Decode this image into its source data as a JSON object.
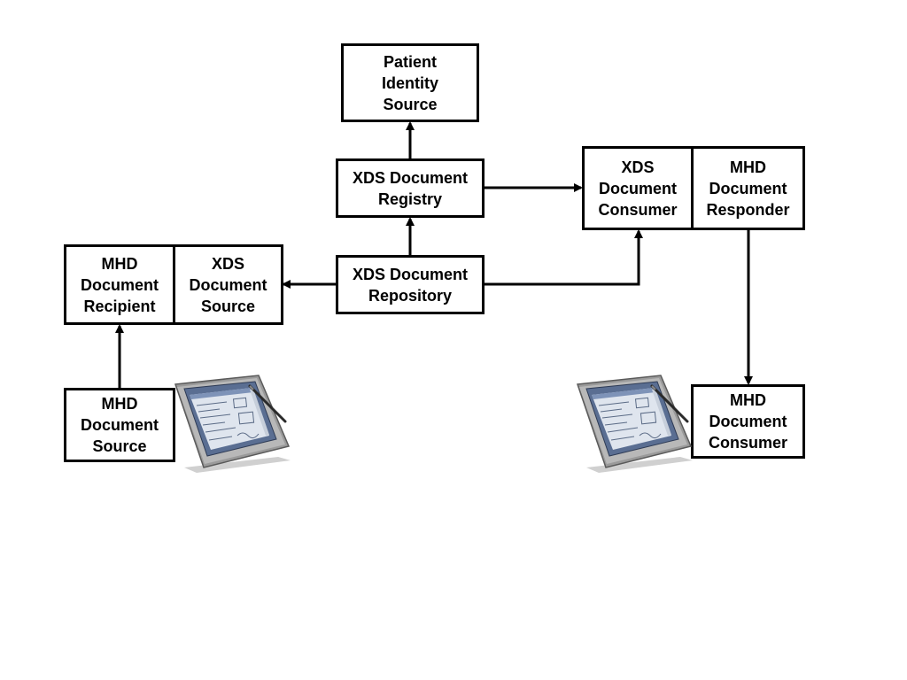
{
  "nodes": {
    "patient_identity_source": "Patient\nIdentity\nSource",
    "xds_document_registry": "XDS Document\nRegistry",
    "xds_document_repository": "XDS Document\nRepository",
    "xds_document_consumer": "XDS\nDocument\nConsumer",
    "mhd_document_responder": "MHD\nDocument\nResponder",
    "mhd_document_recipient": "MHD\nDocument\nRecipient",
    "xds_document_source": "XDS\nDocument\nSource",
    "mhd_document_source": "MHD\nDocument\nSource",
    "mhd_document_consumer": "MHD\nDocument\nConsumer"
  },
  "illustrations": {
    "left_device": "tablet-pc-icon",
    "right_device": "tablet-pc-icon"
  },
  "colors": {
    "line": "#000000",
    "box_fill": "#ffffff",
    "tablet_body": "#8c8c8c",
    "tablet_screen": "#5a6e92"
  }
}
